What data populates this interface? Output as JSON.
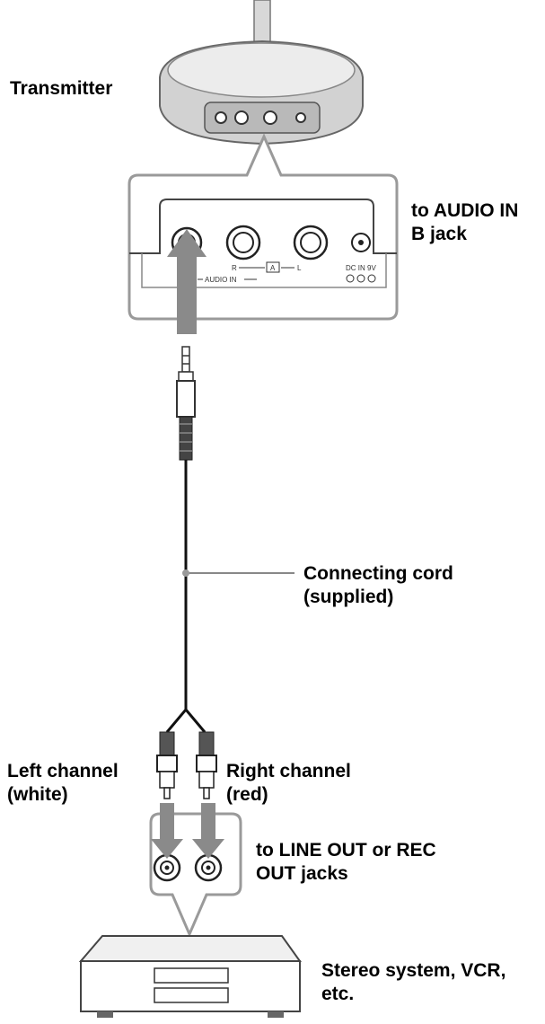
{
  "labels": {
    "transmitter": "Transmitter",
    "audio_in_line1": "to AUDIO IN",
    "audio_in_line2": "B jack",
    "cord_line1": "Connecting cord",
    "cord_line2": "(supplied)",
    "left_line1": "Left channel",
    "left_line2": "(white)",
    "right_line1": "Right channel",
    "right_line2": "(red)",
    "line_out_line1": "to LINE OUT or REC",
    "line_out_line2": "OUT jacks",
    "stereo_line1": "Stereo system, VCR,",
    "stereo_line2": "etc."
  },
  "panel_markings": {
    "audio_in": "AUDIO IN",
    "r": "R",
    "a": "A",
    "l": "L",
    "dc_in": "DC IN 9V"
  }
}
